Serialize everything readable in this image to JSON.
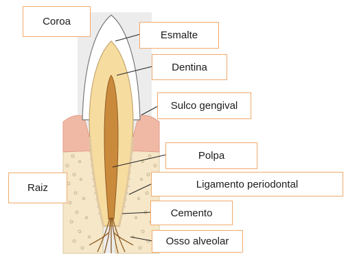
{
  "labels": {
    "coroa": "Coroa",
    "esmalte": "Esmalte",
    "dentina": "Dentina",
    "sulco_gengival": "Sulco gengival",
    "polpa": "Polpa",
    "raiz": "Raiz",
    "ligamento_periodontal": "Ligamento periodontal",
    "cemento": "Cemento",
    "osso_alveolar": "Osso alveolar"
  },
  "colors": {
    "box_border": "#f0a96b",
    "enamel": "#ffffff",
    "dentin": "#f7dca0",
    "pulp": "#c98a3c",
    "gum": "#f0b9a6",
    "bone": "#f5e7c8",
    "background_panel": "#ececec"
  }
}
